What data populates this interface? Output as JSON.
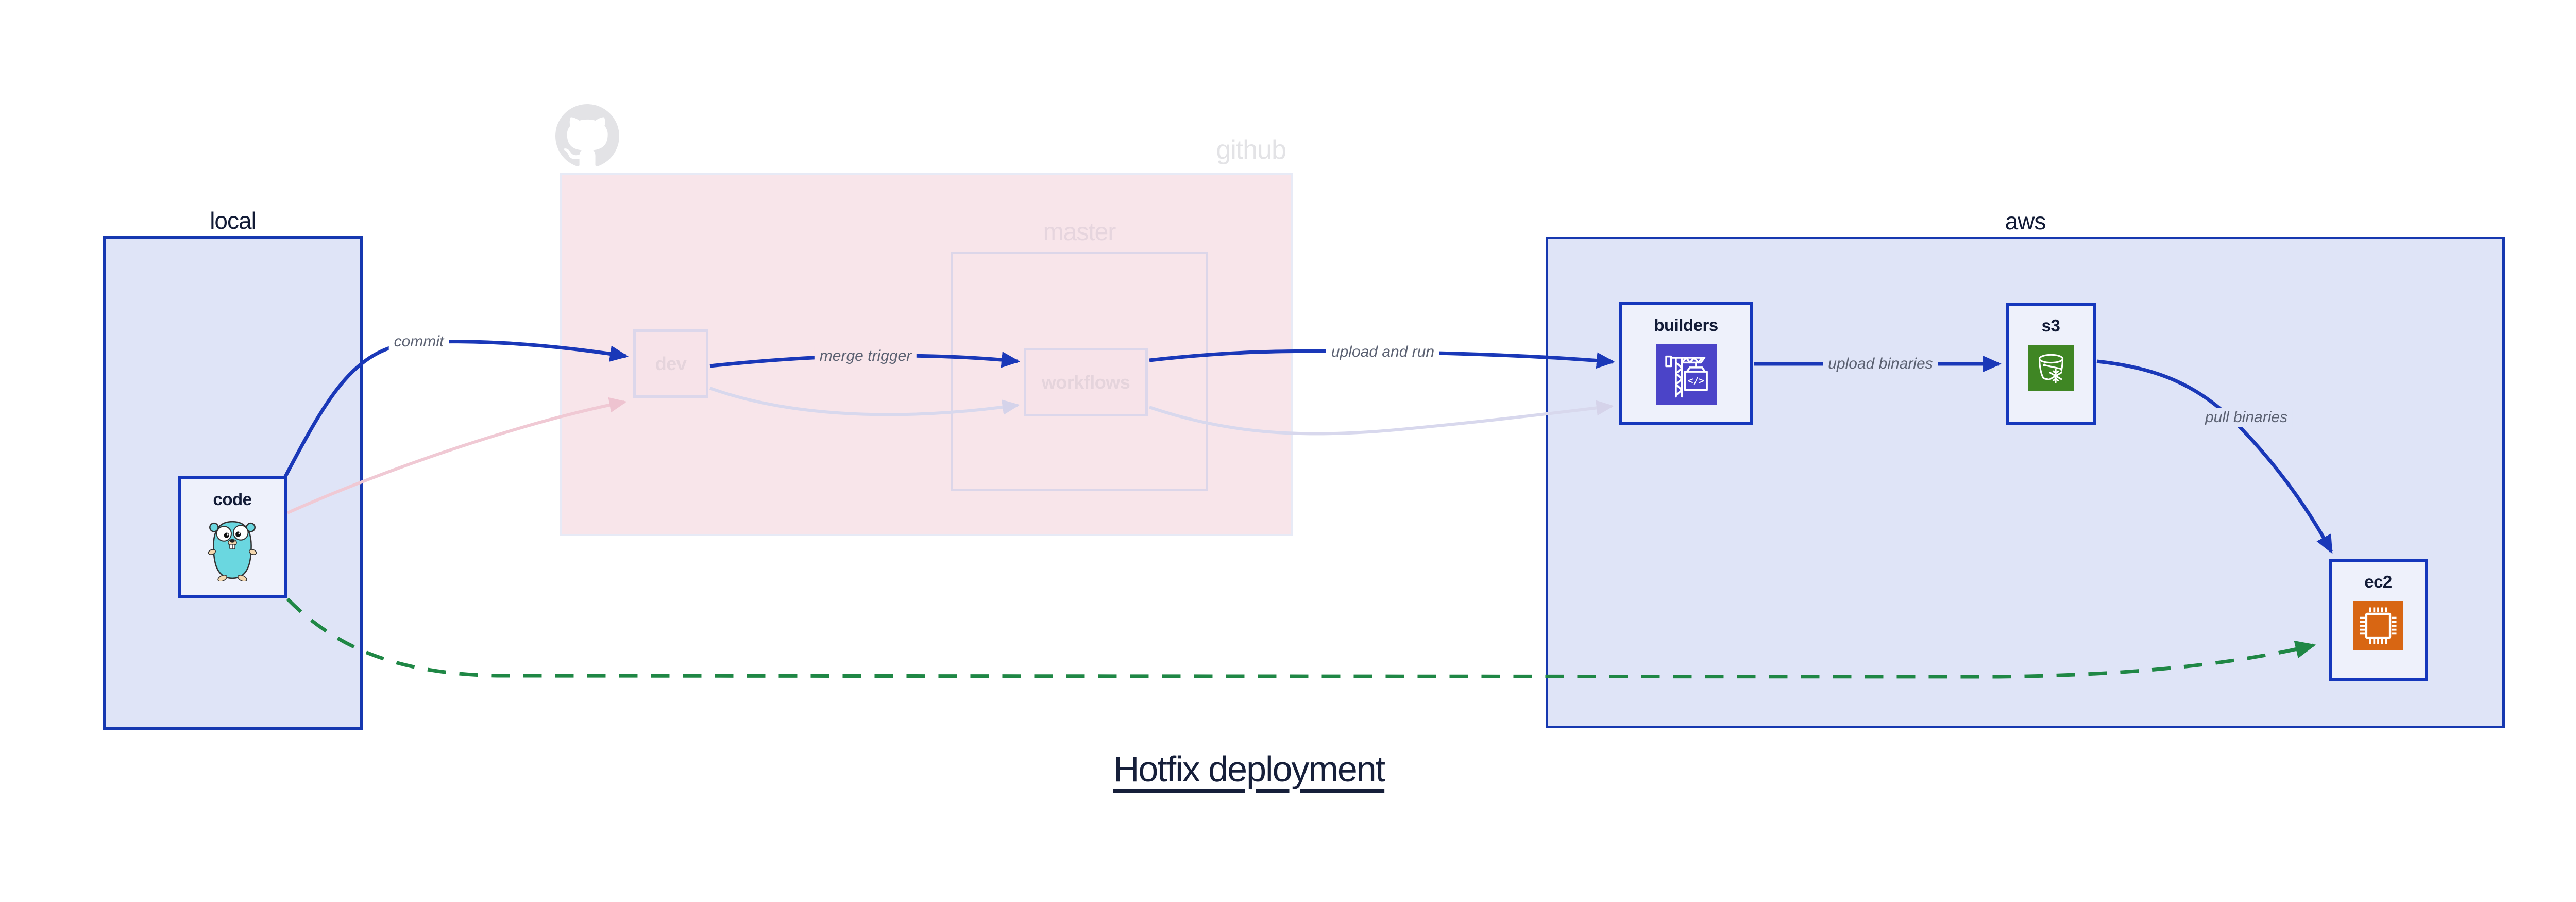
{
  "title": "Hotfix deployment",
  "groups": {
    "local": {
      "label": "local"
    },
    "github": {
      "label": "github",
      "master_label": "master"
    },
    "aws": {
      "label": "aws"
    }
  },
  "nodes": {
    "code": {
      "label": "code"
    },
    "dev": {
      "label": "dev"
    },
    "workflows": {
      "label": "workflows"
    },
    "builders": {
      "label": "builders"
    },
    "s3": {
      "label": "s3"
    },
    "ec2": {
      "label": "ec2"
    }
  },
  "edges": {
    "commit": {
      "label": "commit"
    },
    "merge_trigger": {
      "label": "merge trigger"
    },
    "upload_and_run": {
      "label": "upload and run"
    },
    "upload_binaries": {
      "label": "upload binaries"
    },
    "pull_binaries": {
      "label": "pull binaries"
    }
  },
  "icons": {
    "code": "go-gopher-icon",
    "github": "github-octocat-icon",
    "builders": "aws-codebuild-crane-icon",
    "s3": "aws-s3-glacier-bucket-icon",
    "ec2": "aws-ec2-chip-icon"
  },
  "colors": {
    "accent_blue": "#1638b0",
    "group_fill_blue": "#dfe4f7",
    "group_fill_pink": "#f8e5ea",
    "node_fill": "#eef1fb",
    "faded_border": "#dcd7eb",
    "faded_text": "#e5d4dc",
    "edge_blue": "#1a38b8",
    "edge_green": "#1f8745",
    "edge_faded_pink": "#f0c9d4",
    "edge_faded_lavender": "#d8d8ed",
    "edge_label_gray": "#5b6172",
    "codebuild_indigo": "#4b44c8",
    "s3_green": "#3f8624",
    "ec2_orange": "#d86613",
    "gopher_teal": "#6ad7e0",
    "github_gray": "#e3e3e6",
    "title_navy": "#161f3a"
  }
}
